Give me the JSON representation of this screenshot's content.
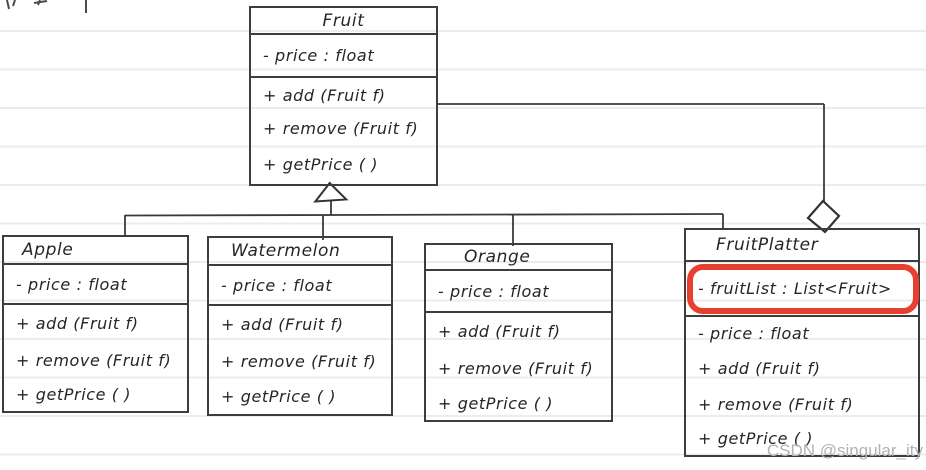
{
  "page": {
    "kind": "hand-drawn UML class diagram on ruled notebook paper",
    "watermark": "CSDN @singular_ity",
    "colors": {
      "ink": "#262626",
      "box_border": "#3d3d3d",
      "ruled_line": "#ececec",
      "highlight_red": "#e8402f",
      "watermark_gray": "#b3b3b3"
    }
  },
  "diagram": {
    "pattern": "composite",
    "classes": [
      {
        "name": "Fruit",
        "attributes": [
          "- price : float"
        ],
        "methods": [
          "+ add (Fruit f)",
          "+ remove (Fruit f)",
          "+ getPrice ( )"
        ]
      },
      {
        "name": "Apple",
        "attributes": [
          "- price : float"
        ],
        "methods": [
          "+ add (Fruit f)",
          "+ remove (Fruit f)",
          "+ getPrice ( )"
        ]
      },
      {
        "name": "Watermelon",
        "attributes": [
          "- price : float"
        ],
        "methods": [
          "+ add (Fruit f)",
          "+ remove (Fruit f)",
          "+ getPrice ( )"
        ]
      },
      {
        "name": "Orange",
        "attributes": [
          "- price : float"
        ],
        "methods": [
          "+ add (Fruit f)",
          "+ remove (Fruit f)",
          "+ getPrice ( )"
        ]
      },
      {
        "name": "FruitPlatter",
        "attributes": [
          "- fruitList : List<Fruit>",
          "- price : float"
        ],
        "methods": [
          "+ add (Fruit f)",
          "+ remove (Fruit f)",
          "+ getPrice ( )"
        ],
        "highlighted_attribute": "- fruitList : List<Fruit>"
      }
    ],
    "relations": [
      {
        "type": "inheritance",
        "marker": "hollow-triangle",
        "children": [
          "Apple",
          "Watermelon",
          "Orange",
          "FruitPlatter"
        ],
        "parent": "Fruit"
      },
      {
        "type": "aggregation",
        "marker": "hollow-diamond",
        "owner": "FruitPlatter",
        "part": "Fruit"
      }
    ]
  }
}
